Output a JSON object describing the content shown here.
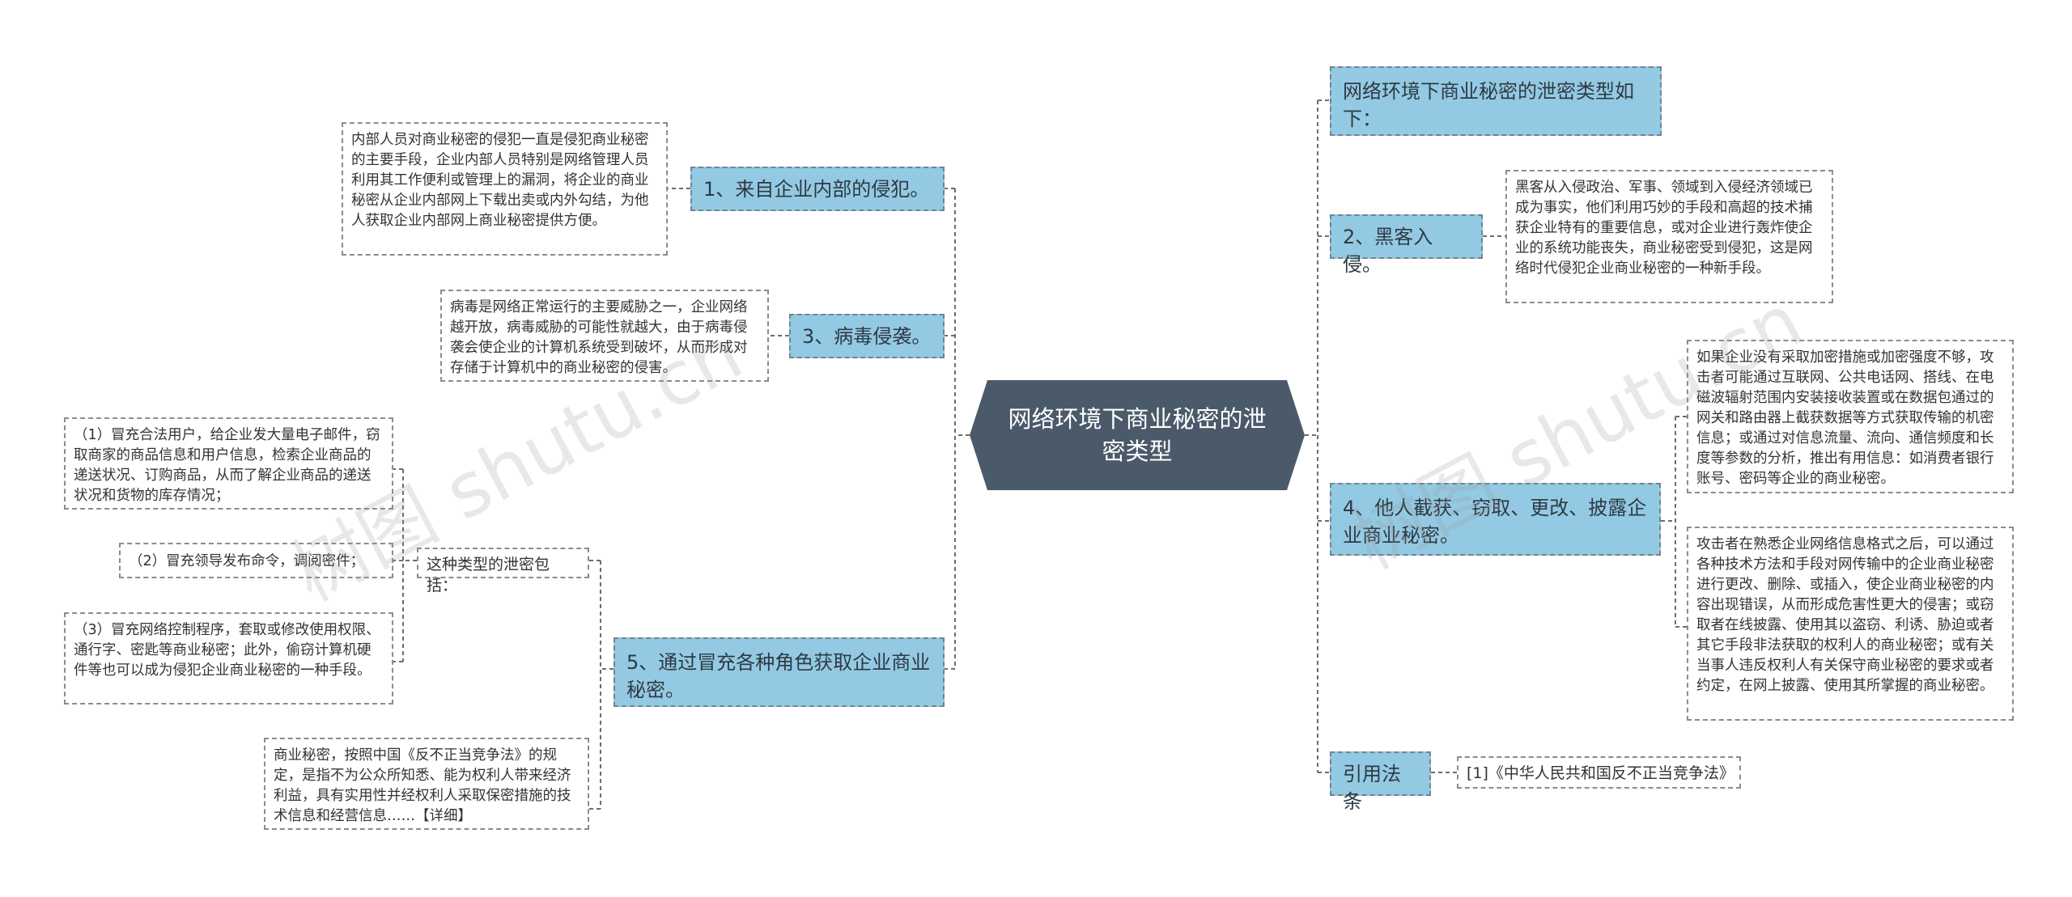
{
  "root": {
    "title": "网络环境下商业秘密的泄密类型"
  },
  "left": {
    "b1": {
      "label": "1、来自企业内部的侵犯。",
      "detail": "内部人员对商业秘密的侵犯一直是侵犯商业秘密的主要手段，企业内部人员特别是网络管理人员利用其工作便利或管理上的漏洞，将企业的商业秘密从企业内部网上下载出卖或内外勾结，为他人获取企业内部网上商业秘密提供方便。"
    },
    "b3": {
      "label": "3、病毒侵袭。",
      "detail": "病毒是网络正常运行的主要威胁之一，企业网络越开放，病毒威胁的可能性就越大，由于病毒侵袭会使企业的计算机系统受到破坏，从而形成对存储于计算机中的商业秘密的侵害。"
    },
    "b5": {
      "label": "5、通过冒充各种角色获取企业商业秘密。",
      "sub_label": "这种类型的泄密包括：",
      "items": [
        "（1）冒充合法用户，给企业发大量电子邮件，窃取商家的商品信息和用户信息，检索企业商品的递送状况、订购商品，从而了解企业商品的递送状况和货物的库存情况；",
        "（2）冒充领导发布命令，调阅密件；",
        "（3）冒充网络控制程序，套取或修改使用权限、通行字、密匙等商业秘密；此外，偷窃计算机硬件等也可以成为侵犯企业商业秘密的一种手段。"
      ],
      "note": "商业秘密，按照中国《反不正当竞争法》的规定，是指不为公众所知悉、能为权利人带来经济利益，具有实用性并经权利人采取保密措施的技术信息和经营信息……【详细】"
    }
  },
  "right": {
    "intro": {
      "label": "网络环境下商业秘密的泄密类型如下："
    },
    "b2": {
      "label": "2、黑客入侵。",
      "detail": "黑客从入侵政治、军事、领域到入侵经济领域已成为事实，他们利用巧妙的手段和高超的技术捕获企业特有的重要信息，或对企业进行轰炸使企业的系统功能丧失，商业秘密受到侵犯，这是网络时代侵犯企业商业秘密的一种新手段。"
    },
    "b4": {
      "label": "4、他人截获、窃取、更改、披露企业商业秘密。",
      "detail1": "如果企业没有采取加密措施或加密强度不够，攻击者可能通过互联网、公共电话网、搭线、在电磁波辐射范围内安装接收装置或在数据包通过的网关和路由器上截获数据等方式获取传输的机密信息；或通过对信息流量、流向、通信频度和长度等参数的分析，推出有用信息：如消费者银行账号、密码等企业的商业秘密。",
      "detail2": "攻击者在熟悉企业网络信息格式之后，可以通过各种技术方法和手段对网传输中的企业商业秘密进行更改、删除、或插入，使企业商业秘密的内容出现错误，从而形成危害性更大的侵害；或窃取者在线披露、使用其以盗窃、利诱、胁迫或者其它手段非法获取的权利人的商业秘密；或有关当事人违反权利人有关保守商业秘密的要求或者约定，在网上披露、使用其所掌握的商业秘密。"
    },
    "law": {
      "label": "引用法条",
      "ref": "[1]《中华人民共和国反不正当竞争法》"
    }
  },
  "watermarks": [
    "树图 shutu.cn",
    "树图 shutu.cn"
  ],
  "colors": {
    "root": "#4a5a6a",
    "branch": "#94c9e3",
    "line": "#6d6d6d",
    "branch_border": "#6f8590"
  }
}
